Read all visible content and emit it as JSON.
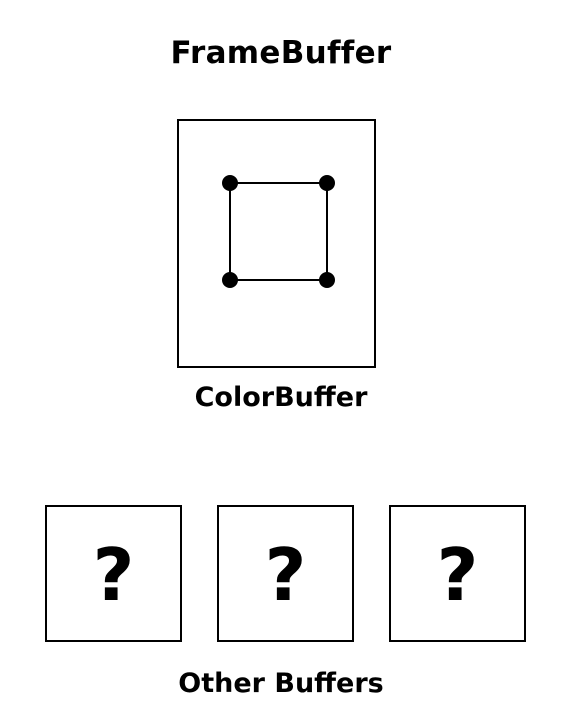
{
  "diagram": {
    "title": "FrameBuffer",
    "color_buffer": {
      "label": "ColorBuffer",
      "shape": "square-with-vertex-points"
    },
    "other_buffers": {
      "label": "Other Buffers",
      "items": [
        {
          "symbol": "?"
        },
        {
          "symbol": "?"
        },
        {
          "symbol": "?"
        }
      ]
    }
  }
}
